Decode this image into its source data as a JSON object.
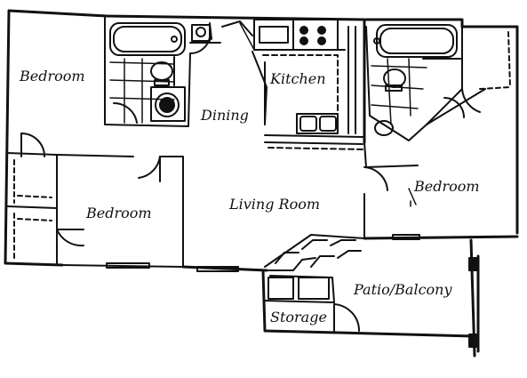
{
  "rooms": {
    "bedroom_left": "Bedroom",
    "bedroom_middle": "Bedroom",
    "bedroom_right": "Bedroom",
    "dining": "Dining",
    "kitchen": "Kitchen",
    "living_room": "Living Room",
    "patio": "Patio/Balcony",
    "storage": "Storage"
  },
  "colors": {
    "wall": "#111111",
    "background": "#ffffff"
  }
}
